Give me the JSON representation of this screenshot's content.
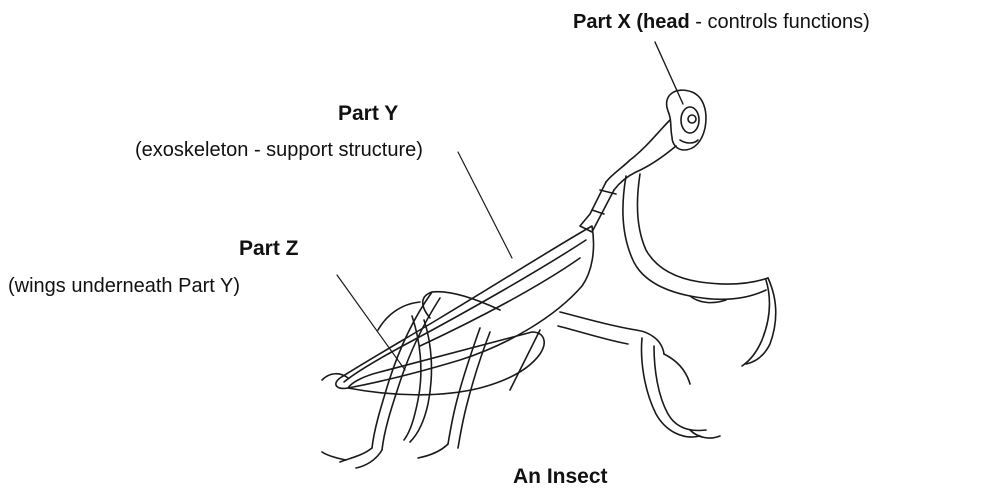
{
  "labels": {
    "part_x": {
      "name": "Part X",
      "open": "(head",
      "desc": " - controls functions)"
    },
    "part_y": {
      "name": "Part Y",
      "desc": "(exoskeleton - support structure)"
    },
    "part_z": {
      "name": "Part Z",
      "desc": "(wings underneath Part Y)"
    }
  },
  "caption": "An Insect",
  "colors": {
    "text": "#111111",
    "lines": "#1a1a1a",
    "background": "#ffffff"
  }
}
